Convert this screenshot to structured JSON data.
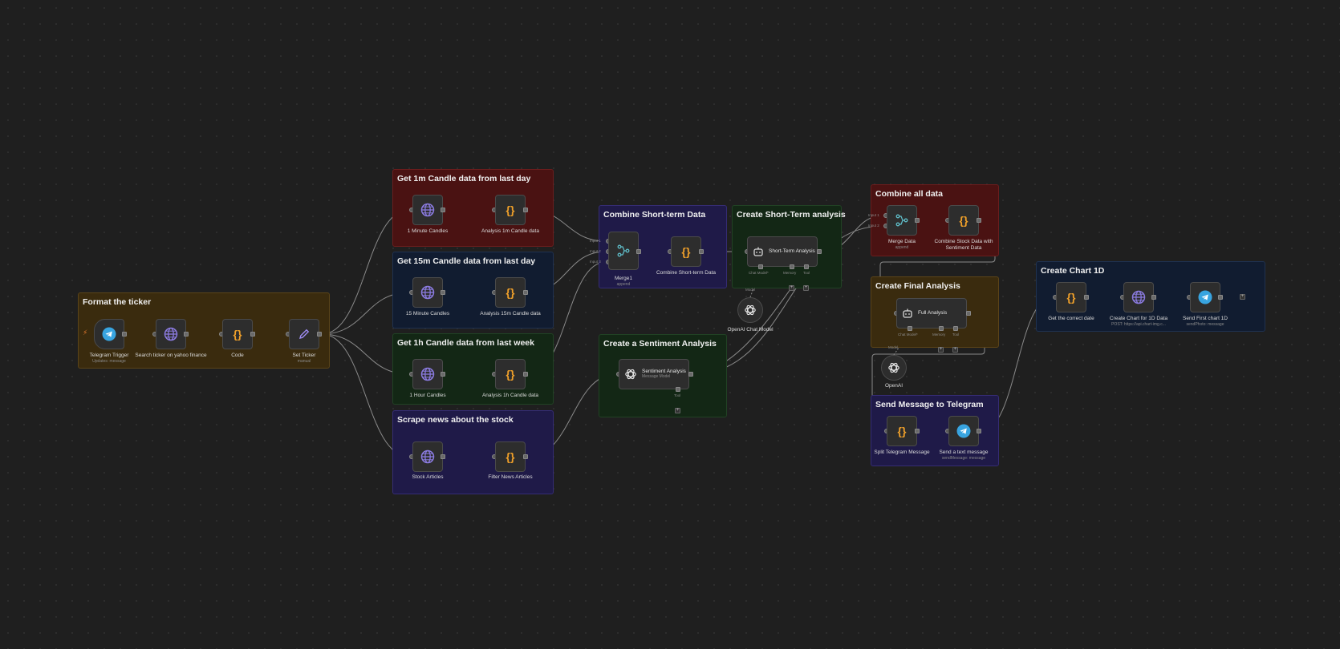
{
  "colors": {
    "canvas": "#1f1f1f",
    "wire": "#8a8a8a",
    "globe": "#8b7be0",
    "code": "#f0a02a",
    "telegram": "#38a4e0",
    "merge": "#5fbcc7",
    "trigger_bolt": "#e67a2e"
  },
  "groups": [
    {
      "id": "format",
      "title": "Format the ticker",
      "color": "orange"
    },
    {
      "id": "c1m",
      "title": "Get 1m Candle data from last day",
      "color": "red"
    },
    {
      "id": "c15m",
      "title": "Get 15m Candle data from last day",
      "color": "blue"
    },
    {
      "id": "c1h",
      "title": "Get 1h Candle data from last week",
      "color": "green"
    },
    {
      "id": "news",
      "title": "Scrape news about the stock",
      "color": "purple"
    },
    {
      "id": "combine_short",
      "title": "Combine Short-term Data",
      "color": "purple"
    },
    {
      "id": "short_analysis",
      "title": "Create Short-Term analysis",
      "color": "green"
    },
    {
      "id": "sentiment",
      "title": "Create a Sentiment Analysis",
      "color": "green"
    },
    {
      "id": "combine_all",
      "title": "Combine all data",
      "color": "red"
    },
    {
      "id": "final",
      "title": "Create Final Analysis",
      "color": "orange"
    },
    {
      "id": "send",
      "title": "Send Message to Telegram",
      "color": "purple"
    },
    {
      "id": "chart",
      "title": "Create Chart 1D",
      "color": "blue"
    }
  ],
  "nodes": {
    "telegram_trigger": {
      "label": "Telegram Trigger",
      "sub": "Updates: message",
      "icon": "telegram-icon"
    },
    "search_ticker": {
      "label": "Search ticker on yahoo finance",
      "sub": "",
      "icon": "globe-icon"
    },
    "code": {
      "label": "Code",
      "sub": "",
      "icon": "code-icon"
    },
    "set_ticker": {
      "label": "Set Ticker",
      "sub": "manual",
      "icon": "pencil-icon"
    },
    "one_minute": {
      "label": "1 Minute Candles",
      "sub": "",
      "icon": "globe-icon"
    },
    "analysis_1m": {
      "label": "Analysis 1m Candle data",
      "sub": "",
      "icon": "code-icon"
    },
    "fifteen_minute": {
      "label": "15 Minute Candles",
      "sub": "",
      "icon": "globe-icon"
    },
    "analysis_15m": {
      "label": "Analysis 15m Candle data",
      "sub": "",
      "icon": "code-icon"
    },
    "one_hour": {
      "label": "1 Hour Candles",
      "sub": "",
      "icon": "globe-icon"
    },
    "analysis_1h": {
      "label": "Analysis 1h Candle data",
      "sub": "",
      "icon": "code-icon"
    },
    "stock_articles": {
      "label": "Stock Articles",
      "sub": "",
      "icon": "globe-icon"
    },
    "filter_news": {
      "label": "Filter News Articles",
      "sub": "",
      "icon": "code-icon"
    },
    "merge1": {
      "label": "Merge1",
      "sub": "append",
      "icon": "merge-icon"
    },
    "combine_short_data": {
      "label": "Combine Short-term Data",
      "sub": "",
      "icon": "code-icon"
    },
    "short_term_analysis": {
      "label": "Short-Term Analysis",
      "sub": "",
      "icon": "robot-icon"
    },
    "openai_chat_model": {
      "label": "OpenAI Chat Model",
      "sub": "",
      "icon": "openai-icon"
    },
    "sentiment_analysis": {
      "label": "Sentiment Analysis",
      "sub": "Message Model",
      "icon": "openai-icon"
    },
    "merge_data": {
      "label": "Merge Data",
      "sub": "append",
      "icon": "merge-icon"
    },
    "combine_stock": {
      "label": "Combine Stock Data with Sentiment Data",
      "sub": "",
      "icon": "code-icon"
    },
    "full_analysis": {
      "label": "Full Analysis",
      "sub": "",
      "icon": "robot-icon"
    },
    "openai": {
      "label": "OpenAI",
      "sub": "",
      "icon": "openai-icon"
    },
    "split_telegram": {
      "label": "Split Telegram Message",
      "sub": "",
      "icon": "code-icon"
    },
    "send_text": {
      "label": "Send a text message",
      "sub": "sendMessage: message",
      "icon": "telegram-icon"
    },
    "get_date": {
      "label": "Get the correct date",
      "sub": "",
      "icon": "code-icon"
    },
    "create_chart": {
      "label": "Create Chart for 1D Data",
      "sub": "POST: https://api.chart-img.c...",
      "icon": "globe-icon"
    },
    "send_chart": {
      "label": "Send First chart 1D",
      "sub": "sendPhoto: message",
      "icon": "telegram-icon"
    }
  },
  "port_labels": {
    "input1": "Input 1",
    "input2": "Input 2",
    "input3": "Input 3",
    "chat_model": "Chat Model*",
    "memory": "Memory",
    "tool": "Tool",
    "model": "Model"
  },
  "plus_symbol": "+"
}
